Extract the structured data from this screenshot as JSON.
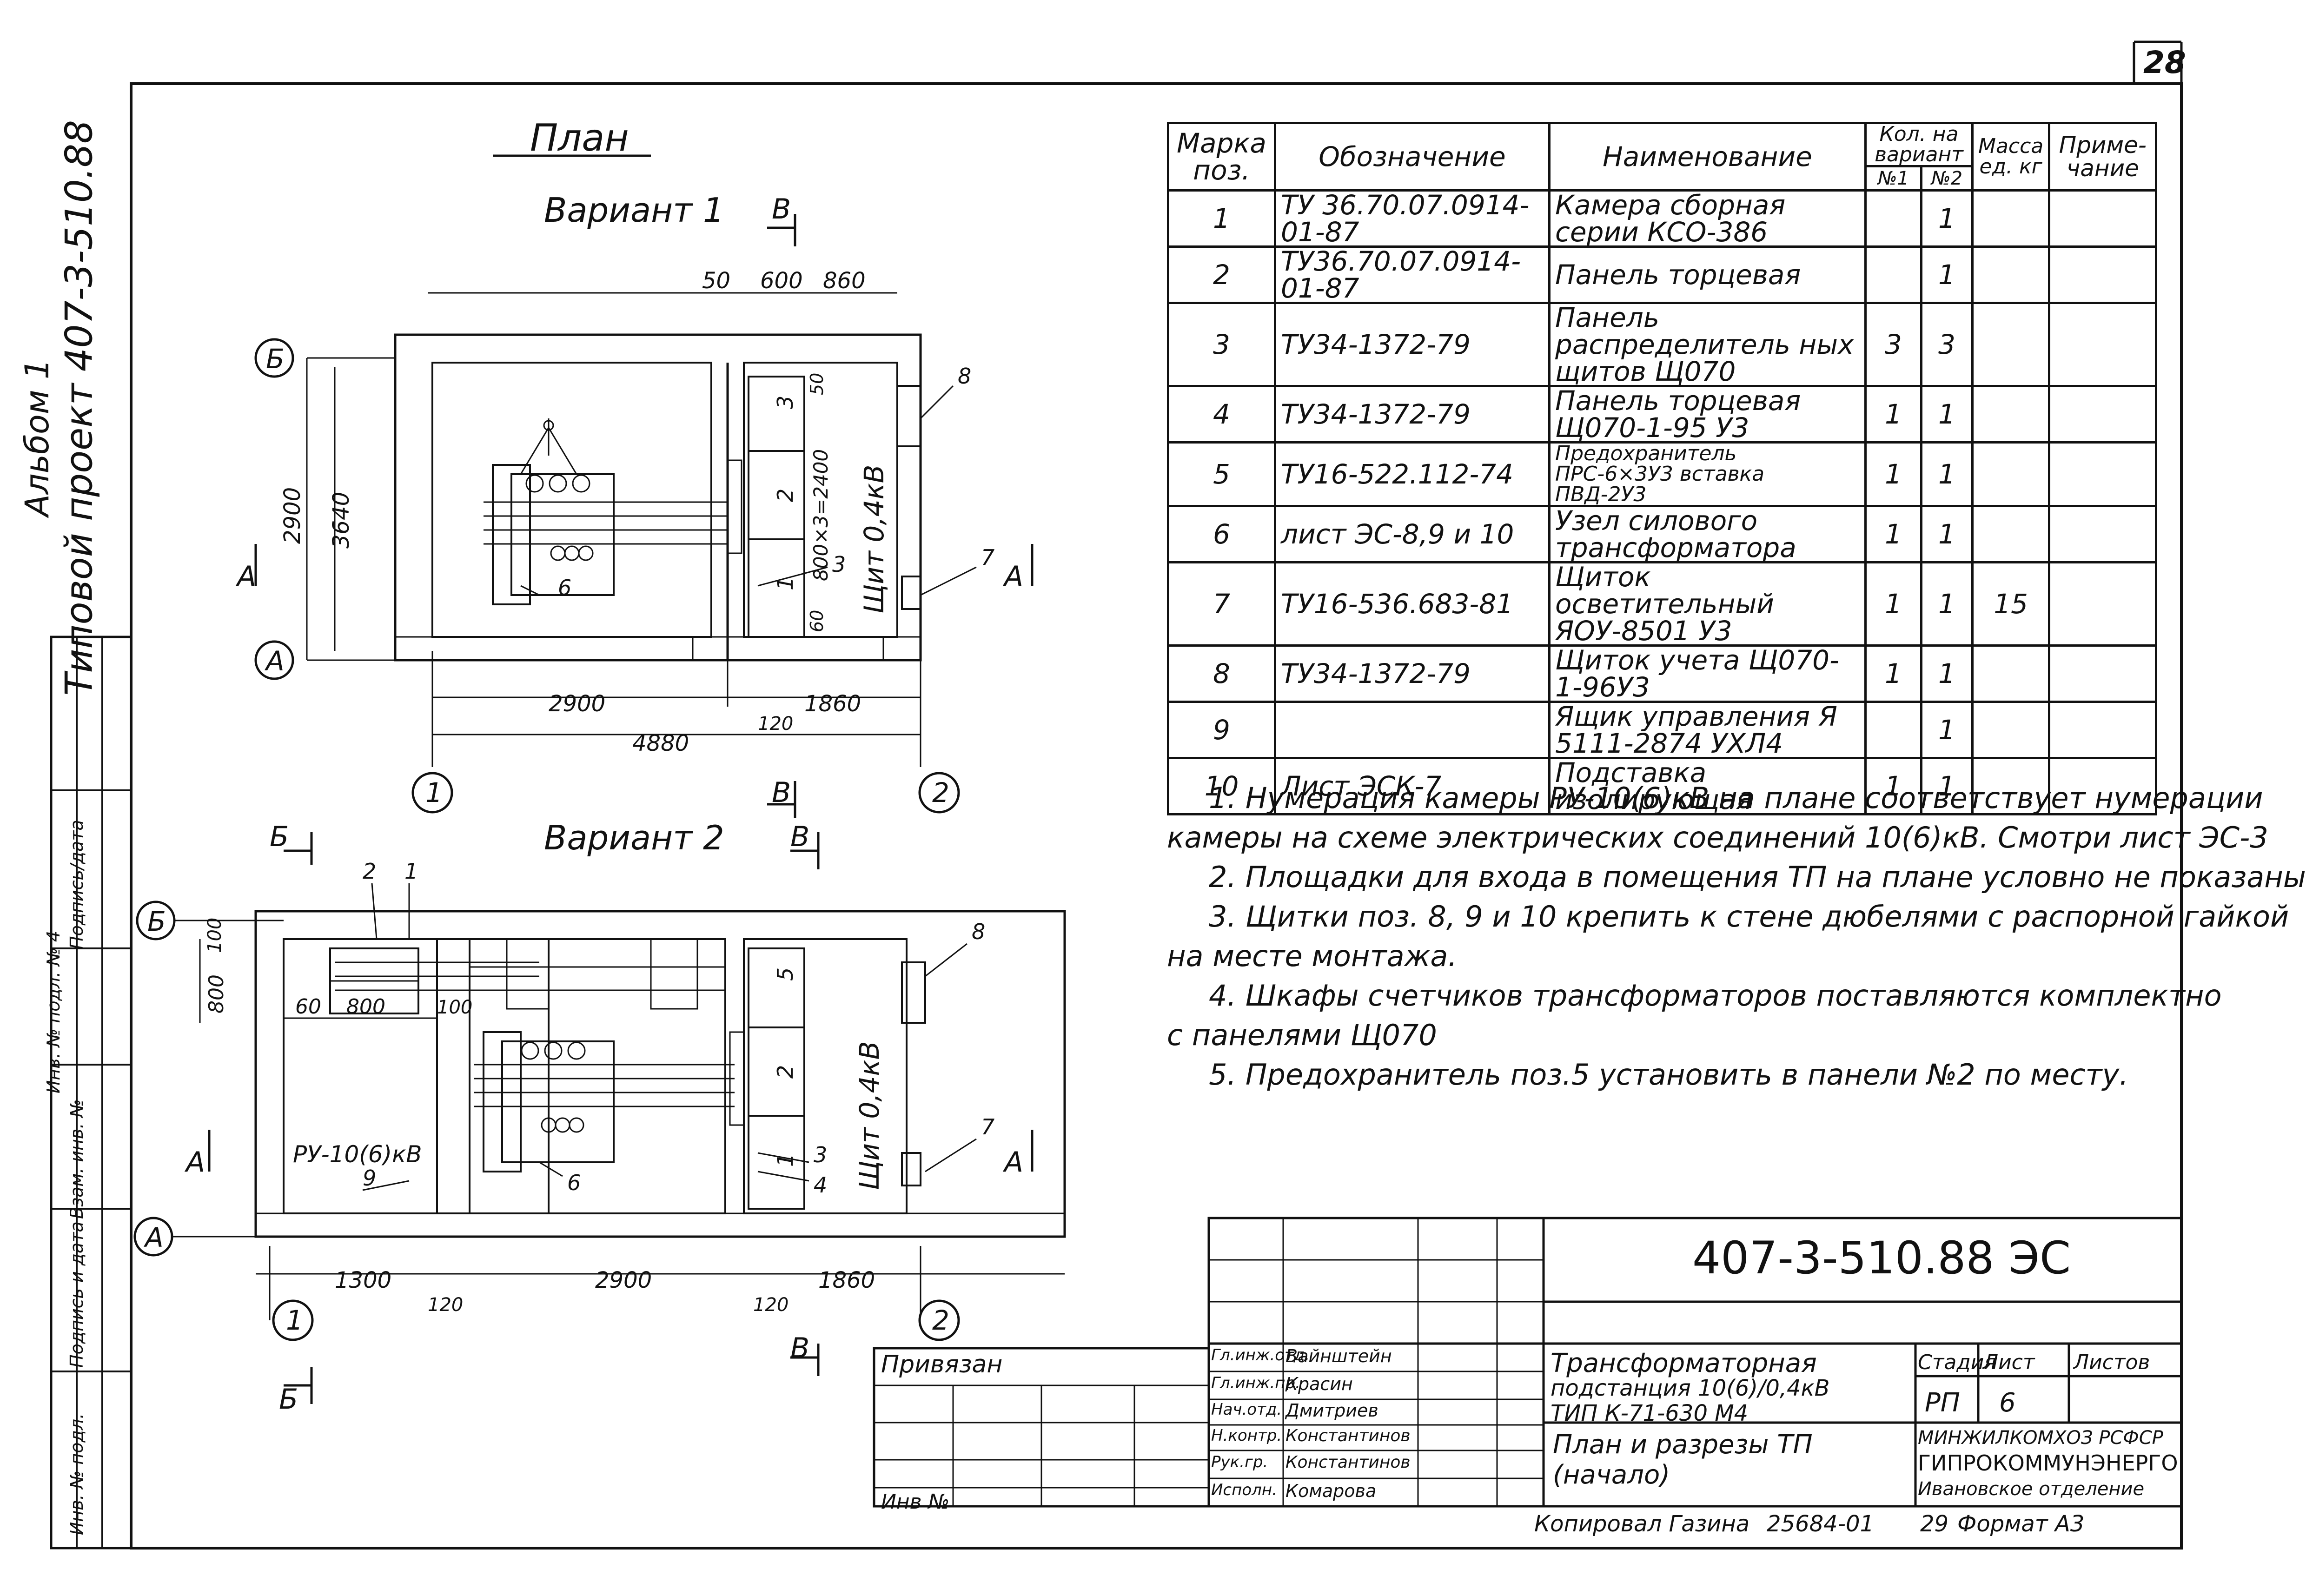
{
  "sheet_number": "28",
  "side_label": {
    "project": "Типовой проект 407-3-510.88",
    "album": "Альбом 1"
  },
  "left_stamp": [
    "Инв. № подл.",
    "Подпись и дата",
    "Взам. инв. №",
    "Инв. № подл. № 4",
    "Подпись/дата"
  ],
  "plan": {
    "title": "План",
    "variant1": {
      "title": "Вариант 1",
      "section": "В",
      "axes": {
        "b": "Б",
        "a": "А",
        "n1": "1",
        "n2": "2"
      },
      "dims_top": [
        "50",
        "600",
        "860"
      ],
      "dims_left": [
        "2900",
        "3640"
      ],
      "dims_bottom": [
        "2900",
        "1860",
        "120",
        "4880"
      ],
      "inner_dims": [
        "800×3=2400",
        "50",
        "60"
      ],
      "cut_a": "А",
      "shield": "Щит 0,4кВ",
      "cell_numbers": [
        "3",
        "2",
        "1"
      ],
      "pos": [
        "8",
        "7",
        "6",
        "3"
      ]
    },
    "variant2": {
      "title": "Вариант 2",
      "section_b": "Б",
      "section_v": "В",
      "axes": {
        "b": "Б",
        "a": "А",
        "n1": "1",
        "n2": "2"
      },
      "dims_left": [
        "800",
        "100"
      ],
      "dims_inner": [
        "60",
        "800",
        "100"
      ],
      "dims_bottom": [
        "1300",
        "2900",
        "1860",
        "120",
        "120"
      ],
      "ru_label": "РУ-10(6)кВ",
      "shield": "Щит 0,4кВ",
      "cell_numbers": [
        "5",
        "2",
        "1"
      ],
      "pos": [
        "2",
        "1",
        "8",
        "6",
        "7",
        "3",
        "4",
        "9"
      ],
      "cut_a": "А"
    }
  },
  "spec": {
    "headers": {
      "mark": "Марка поз.",
      "designation": "Обозначение",
      "name": "Наименование",
      "qty": "Кол. на вариант",
      "v1": "№1",
      "v2": "№2",
      "mass": "Масса ед. кг",
      "note": "Приме- чание"
    },
    "rows": [
      {
        "pos": "1",
        "designation": "ТУ 36.70.07.0914-01-87",
        "name": "Камера сборная серии КСО-386",
        "v1": "",
        "v2": "1",
        "mass": "",
        "note": ""
      },
      {
        "pos": "2",
        "designation": "ТУ36.70.07.0914-01-87",
        "name": "Панель торцевая",
        "v1": "",
        "v2": "1",
        "mass": "",
        "note": ""
      },
      {
        "pos": "3",
        "designation": "ТУ34-1372-79",
        "name": "Панель распределитель ных щитов Щ070",
        "v1": "3",
        "v2": "3",
        "mass": "",
        "note": ""
      },
      {
        "pos": "4",
        "designation": "ТУ34-1372-79",
        "name": "Панель торцевая Щ070-1-95 У3",
        "v1": "1",
        "v2": "1",
        "mass": "",
        "note": ""
      },
      {
        "pos": "5",
        "designation": "ТУ16-522.112-74",
        "name": "Предохранитель ПРС-6×3У3 вставка ПВД-2У3",
        "v1": "1",
        "v2": "1",
        "mass": "",
        "note": ""
      },
      {
        "pos": "6",
        "designation": "лист ЭС-8,9 и 10",
        "name": "Узел силового трансформатора",
        "v1": "1",
        "v2": "1",
        "mass": "",
        "note": ""
      },
      {
        "pos": "7",
        "designation": "ТУ16-536.683-81",
        "name": "Щиток осветительный ЯОУ-8501 У3",
        "v1": "1",
        "v2": "1",
        "mass": "15",
        "note": ""
      },
      {
        "pos": "8",
        "designation": "ТУ34-1372-79",
        "name": "Щиток учета Щ070-1-96У3",
        "v1": "1",
        "v2": "1",
        "mass": "",
        "note": ""
      },
      {
        "pos": "9",
        "designation": "",
        "name": "Ящик управления Я 5111-2874 УХЛ4",
        "v1": "",
        "v2": "1",
        "mass": "",
        "note": ""
      },
      {
        "pos": "10",
        "designation": "Лист ЭСК-7",
        "name": "Подставка изолирующая",
        "v1": "1",
        "v2": "1",
        "mass": "",
        "note": ""
      }
    ]
  },
  "notes": [
    "1. Нумерация камеры РУ-10(6)кВ на плане соответствует нумерации",
    "камеры на схеме электрических соединений 10(6)кВ. Смотри лист ЭС-3",
    "2. Площадки для входа в помещения ТП на плане условно не показаны",
    "3. Щитки поз. 8, 9 и 10 крепить к стене дюбелями с распорной гайкой",
    "на месте монтажа.",
    "4. Шкафы счетчиков трансформаторов поставляются комплектно",
    "с панелями Щ070",
    "5. Предохранитель поз.5 установить в панели №2 по месту."
  ],
  "title_block": {
    "code": "407-3-510.88 ЭС",
    "privyazan": "Привязан",
    "inv": "Инв №",
    "people": [
      {
        "role": "Гл.инж.отд.",
        "name": "Вайнштейн"
      },
      {
        "role": "Гл.инж.пр.",
        "name": "Красин"
      },
      {
        "role": "Нач.отд.",
        "name": "Дмитриев"
      },
      {
        "role": "Н.контр.",
        "name": "Константинов"
      },
      {
        "role": "Рук.гр.",
        "name": "Константинов"
      },
      {
        "role": "Исполн.",
        "name": "Комарова"
      }
    ],
    "object": [
      "Трансформаторная",
      "подстанция 10(6)/0,4кВ",
      "ТИП К-71-630 М4"
    ],
    "sheet_title": [
      "План и разрезы ТП",
      "(начало)"
    ],
    "stage_label": "Стадия",
    "sheet_label": "Лист",
    "sheets_label": "Листов",
    "stage": "РП",
    "sheet": "6",
    "org": [
      "МИНЖИЛКОМХОЗ РСФСР",
      "ГИПРОКОММУНЭНЕРГО",
      "Ивановское отделение"
    ],
    "copied": "Копировал Газина",
    "copy_num": "25684-01",
    "format_num": "29",
    "format": "Формат А3"
  }
}
